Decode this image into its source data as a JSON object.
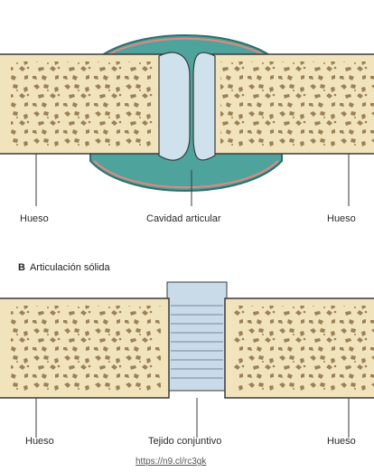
{
  "section_b": {
    "letter": "B",
    "title": "Articulación sólida"
  },
  "labels": {
    "a_bone_left": "Hueso",
    "a_cavity": "Cavidad articular",
    "a_bone_right": "Hueso",
    "b_bone_left": "Hueso",
    "b_tissue": "Tejido conjuntivo",
    "b_bone_right": "Hueso"
  },
  "footer_link": "https://n9.cl/rc3gk",
  "colors": {
    "bone_fill": "#f1e3bb",
    "bone_spots": "#9b8156",
    "capsule": "#2f6e6b",
    "synovial_fluid": "#4fa39d",
    "cartilage": "#cfe1ec",
    "membrane_line": "#e7867e",
    "connective_tissue": "#c9dbe9"
  }
}
